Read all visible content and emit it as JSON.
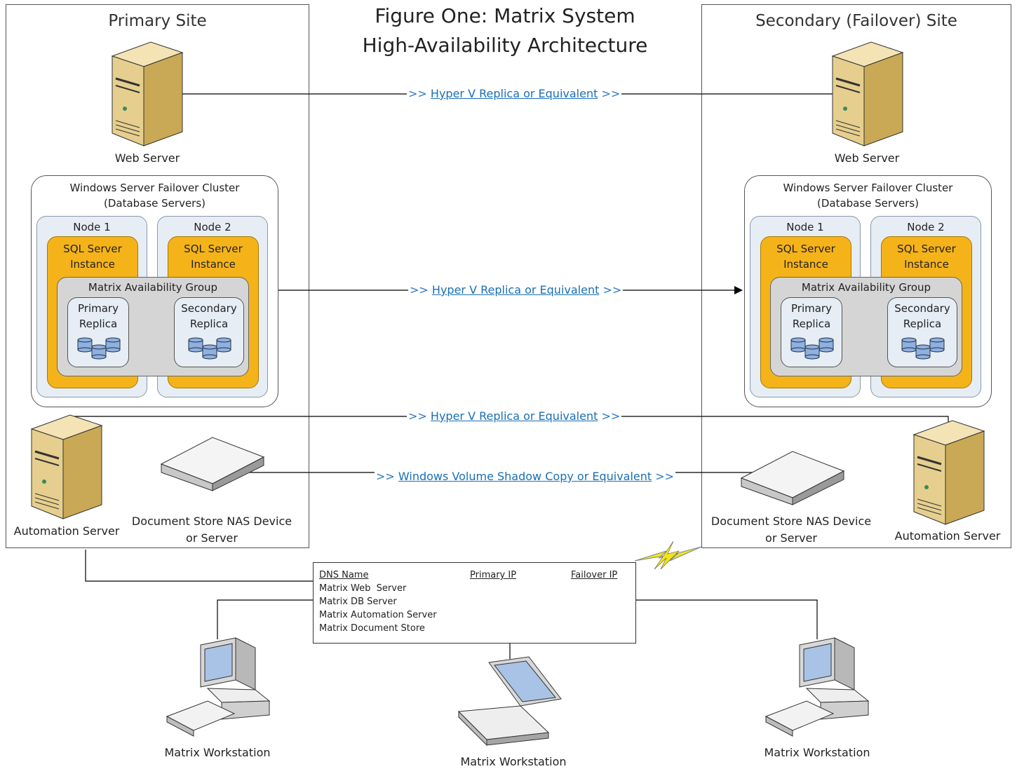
{
  "title": {
    "line1": "Figure One: Matrix System",
    "line2": "High-Availability Architecture"
  },
  "primary_site": {
    "title": "Primary Site",
    "web_server": "Web Server",
    "cluster": {
      "line1": "Windows Server Failover Cluster",
      "line2": "(Database Servers)"
    },
    "node1": "Node 1",
    "node2": "Node 2",
    "sql1": {
      "line1": "SQL Server",
      "line2": "Instance"
    },
    "sql2": {
      "line1": "SQL Server",
      "line2": "Instance"
    },
    "ag": "Matrix Availability Group",
    "primary_replica": {
      "line1": "Primary",
      "line2": "Replica"
    },
    "secondary_replica": {
      "line1": "Secondary",
      "line2": "Replica"
    },
    "automation_server": "Automation Server",
    "nas": {
      "line1": "Document Store NAS Device",
      "line2": "or Server"
    }
  },
  "secondary_site": {
    "title": "Secondary (Failover) Site",
    "web_server": "Web Server",
    "cluster": {
      "line1": "Windows Server Failover Cluster",
      "line2": "(Database Servers)"
    },
    "node1": "Node 1",
    "node2": "Node 2",
    "sql1": {
      "line1": "SQL Server",
      "line2": "Instance"
    },
    "sql2": {
      "line1": "SQL Server",
      "line2": "Instance"
    },
    "ag": "Matrix Availability Group",
    "primary_replica": {
      "line1": "Primary",
      "line2": "Replica"
    },
    "secondary_replica": {
      "line1": "Secondary",
      "line2": "Replica"
    },
    "automation_server": "Automation Server",
    "nas": {
      "line1": "Document Store NAS Device",
      "line2": "or Server"
    }
  },
  "links": {
    "web": {
      "prefix": ">> ",
      "text": "Hyper V Replica or Equivalent",
      "suffix": " >>"
    },
    "db": {
      "prefix": ">> ",
      "text": "Hyper V Replica or Equivalent",
      "suffix": " >>"
    },
    "automation": {
      "prefix": ">> ",
      "text": "Hyper V Replica or Equivalent",
      "suffix": " >>"
    },
    "nas": {
      "prefix": ">> ",
      "text": "Windows Volume Shadow Copy or Equivalent",
      "suffix": " >>"
    }
  },
  "dns_table": {
    "headers": [
      "DNS Name",
      "Primary IP",
      "Failover IP"
    ],
    "rows": [
      "Matrix Web  Server",
      "Matrix DB Server",
      "Matrix Automation Server",
      "Matrix Document Store"
    ]
  },
  "workstations": {
    "left": "Matrix Workstation",
    "center": "Matrix Workstation",
    "right": "Matrix Workstation"
  },
  "colors": {
    "sql": "#f5b31a",
    "node": "#e6edf5",
    "ag": "#d5d5d5",
    "link": "#1a6fb5",
    "lightning": "#f4e21a"
  }
}
